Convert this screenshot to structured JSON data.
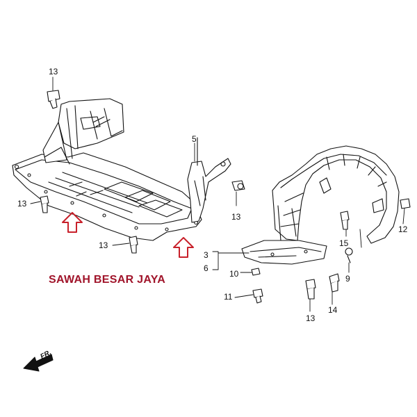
{
  "diagram": {
    "callouts": {
      "c13_top": "13",
      "c13_left": "13",
      "c13_bottom_center": "13",
      "c13_clip": "13",
      "c13_bottom_right": "13",
      "c5": "5",
      "c3": "3",
      "c6": "6",
      "c10": "10",
      "c11": "11",
      "c15": "15",
      "c9": "9",
      "c14": "14",
      "c12": "12"
    },
    "watermark_text": "SAWAH BESAR JAYA",
    "direction_label": "FR.",
    "colors": {
      "line": "#111111",
      "arrow": "#c8202a",
      "watermark": "#a0142a"
    }
  }
}
